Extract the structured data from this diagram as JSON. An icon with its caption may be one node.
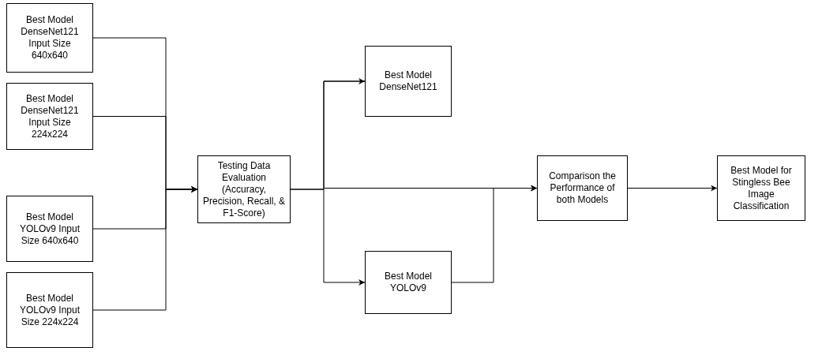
{
  "diagram": {
    "nodes": [
      {
        "text": [
          "Best Model DenseNet121 Input Size 640x640"
        ]
      },
      {
        "text": [
          "Best Model DenseNet121 Input Size 224x224"
        ]
      },
      {
        "text": [
          "Best Model YOLOv9 Input Size 640x640"
        ]
      },
      {
        "text": [
          "Best Model YOLOv9 Input Size 224x224"
        ]
      },
      {
        "text": [
          "Testing Data Evaluation (Accuracy, Precision, Recall, & F1-Score)"
        ]
      },
      {
        "text": [
          "Best Model DenseNet121"
        ]
      },
      {
        "text": [
          "Best Model YOLOv9"
        ]
      },
      {
        "text": [
          "Comparison the Performance of both Models"
        ]
      },
      {
        "text": [
          "Best Model for Stingless Bee Image Classification"
        ]
      }
    ],
    "edges": [
      {
        "from": 0,
        "to": 4,
        "arrow": "to"
      },
      {
        "from": 1,
        "to": 4,
        "arrow": "to"
      },
      {
        "from": 2,
        "to": 4,
        "arrow": "to"
      },
      {
        "from": 3,
        "to": 4,
        "arrow": "to"
      },
      {
        "from": 4,
        "to": 5,
        "arrow": "to"
      },
      {
        "from": 4,
        "to": 6,
        "arrow": "to"
      },
      {
        "from": 5,
        "to": 7,
        "arrow": "to"
      },
      {
        "from": 6,
        "to": 7,
        "arrow": "to"
      },
      {
        "from": 7,
        "to": 8,
        "arrow": "to"
      }
    ]
  }
}
